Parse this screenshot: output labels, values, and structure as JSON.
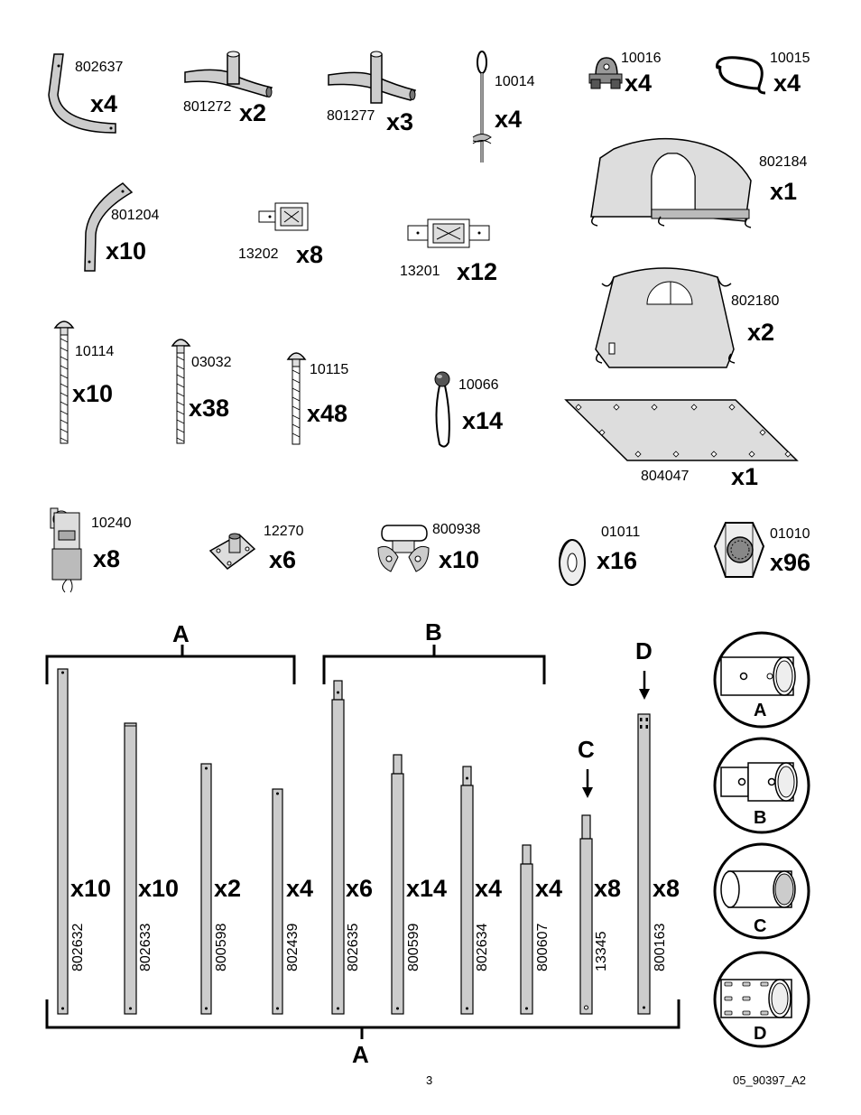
{
  "parts": [
    {
      "num": "802637",
      "qty": "x4"
    },
    {
      "num": "801272",
      "qty": "x2"
    },
    {
      "num": "801277",
      "qty": "x3"
    },
    {
      "num": "10014",
      "qty": "x4"
    },
    {
      "num": "10016",
      "qty": "x4"
    },
    {
      "num": "10015",
      "qty": "x4"
    },
    {
      "num": "801204",
      "qty": "x10"
    },
    {
      "num": "13202",
      "qty": "x8"
    },
    {
      "num": "13201",
      "qty": "x12"
    },
    {
      "num": "802184",
      "qty": "x1"
    },
    {
      "num": "802180",
      "qty": "x2"
    },
    {
      "num": "10114",
      "qty": "x10"
    },
    {
      "num": "03032",
      "qty": "x38"
    },
    {
      "num": "10115",
      "qty": "x48"
    },
    {
      "num": "10066",
      "qty": "x14"
    },
    {
      "num": "804047",
      "qty": "x1"
    },
    {
      "num": "10240",
      "qty": "x8"
    },
    {
      "num": "12270",
      "qty": "x6"
    },
    {
      "num": "800938",
      "qty": "x10"
    },
    {
      "num": "01011",
      "qty": "x16"
    },
    {
      "num": "01010",
      "qty": "x96"
    }
  ],
  "tubes": [
    {
      "num": "802632",
      "qty": "x10"
    },
    {
      "num": "802633",
      "qty": "x10"
    },
    {
      "num": "800598",
      "qty": "x2"
    },
    {
      "num": "802439",
      "qty": "x4"
    },
    {
      "num": "802635",
      "qty": "x6"
    },
    {
      "num": "800599",
      "qty": "x14"
    },
    {
      "num": "802634",
      "qty": "x4"
    },
    {
      "num": "800607",
      "qty": "x4"
    },
    {
      "num": "13345",
      "qty": "x8"
    },
    {
      "num": "800163",
      "qty": "x8"
    }
  ],
  "group_labels": {
    "a_top": "A",
    "b_top": "B",
    "a_bottom": "A",
    "c": "C",
    "d": "D"
  },
  "end_details": [
    "A",
    "B",
    "C",
    "D"
  ],
  "footer": {
    "page": "3",
    "doc": "05_90397_A2"
  }
}
